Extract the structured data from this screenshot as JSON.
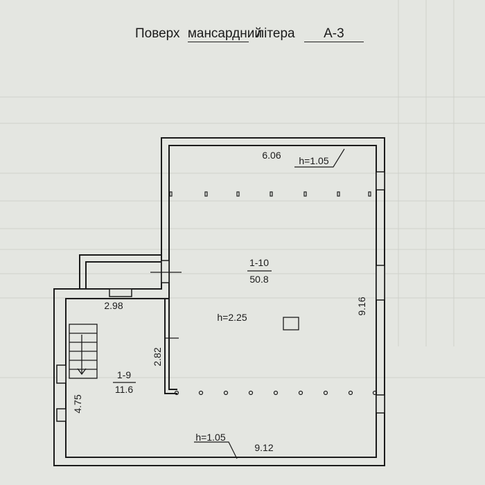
{
  "header": {
    "prefix": "Поверх",
    "floor_type": "мансардний",
    "litera_label": "літера",
    "litera_value": "А-3"
  },
  "plan": {
    "room_large": {
      "number": "1-10",
      "area": "50.8",
      "height": "h=2.25"
    },
    "room_small": {
      "number": "1-9",
      "area": "11.6"
    },
    "dimensions": {
      "top_width": "6.06",
      "right_height": "9.16",
      "bottom_width": "9.12",
      "balcony_width": "2.98",
      "partition_height": "2.82",
      "left_height": "4.75"
    },
    "low_height_top": "h=1.05",
    "low_height_bottom": "h=1.05"
  },
  "colors": {
    "paper": "#e4e6e1",
    "ink": "#1b1b1b",
    "faint": "#c9cbc6"
  }
}
